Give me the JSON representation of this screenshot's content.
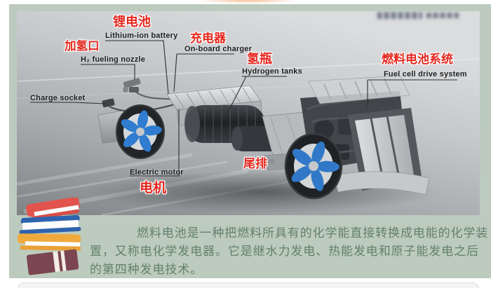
{
  "page": {
    "background_color": "#ffffff",
    "panel_color": "#bccbbd",
    "accent_glow_color": "#f08a3c"
  },
  "photo": {
    "description": "Fuel cell vehicle rolling chassis photographed on gray road surface",
    "watermark": "blurred illegible text, top right"
  },
  "labels": {
    "lithium_battery": {
      "zh": "锂电池",
      "en": "Lithium-ion battery"
    },
    "onboard_charger": {
      "zh": "充电器",
      "en": "On-board charger"
    },
    "h2_fueling_nozzle": {
      "zh": "加氢口",
      "en": "H₂ fueling nozzle"
    },
    "hydrogen_tanks": {
      "zh": "氢瓶",
      "en": "Hydrogen tanks"
    },
    "fuel_cell_system": {
      "zh": "燃料电池系统",
      "en": "Fuel cell drive system"
    },
    "charge_socket": {
      "en": "Charge socket"
    },
    "electric_motor": {
      "en": "Electric motor",
      "zh": "电机"
    },
    "tail_exhaust": {
      "zh": "尾排"
    }
  },
  "caption": {
    "lines": [
      "燃料电池是一种把燃料所具有的化学能直接转换成电能的化学装",
      "置，又称电化学发电器。它是继水力发电、热能发电和原子能发电之后",
      "的第四种发电技术。"
    ],
    "full_text": "燃料电池是一种把燃料所具有的化学能直接转换成电能的化学装置，又称电化学发电器。它是继水力发电、热能发电和原子能发电之后的第四种发电技术。"
  },
  "icons": {
    "books": "books-stack-icon"
  }
}
